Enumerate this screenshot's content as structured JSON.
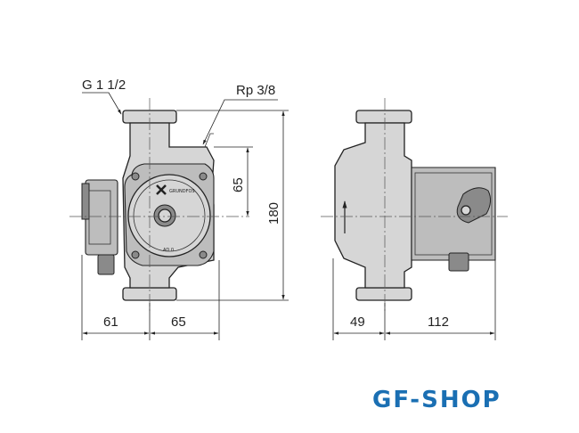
{
  "drawing": {
    "labels": {
      "thread_inlet": "G 1 1/2",
      "thread_outlet": "Rp 3/8",
      "dim_height_axis": "65",
      "dim_total_height": "180",
      "dim_left_width": "61",
      "dim_right_width": "65",
      "dim_side_depth_front": "49",
      "dim_side_depth_back": "112"
    },
    "pump_brand_text": "GRUNDFOS",
    "pump_model_text": "AD 0"
  },
  "watermark": {
    "text": "GF-SHOP",
    "color": "#1a6fb3"
  }
}
